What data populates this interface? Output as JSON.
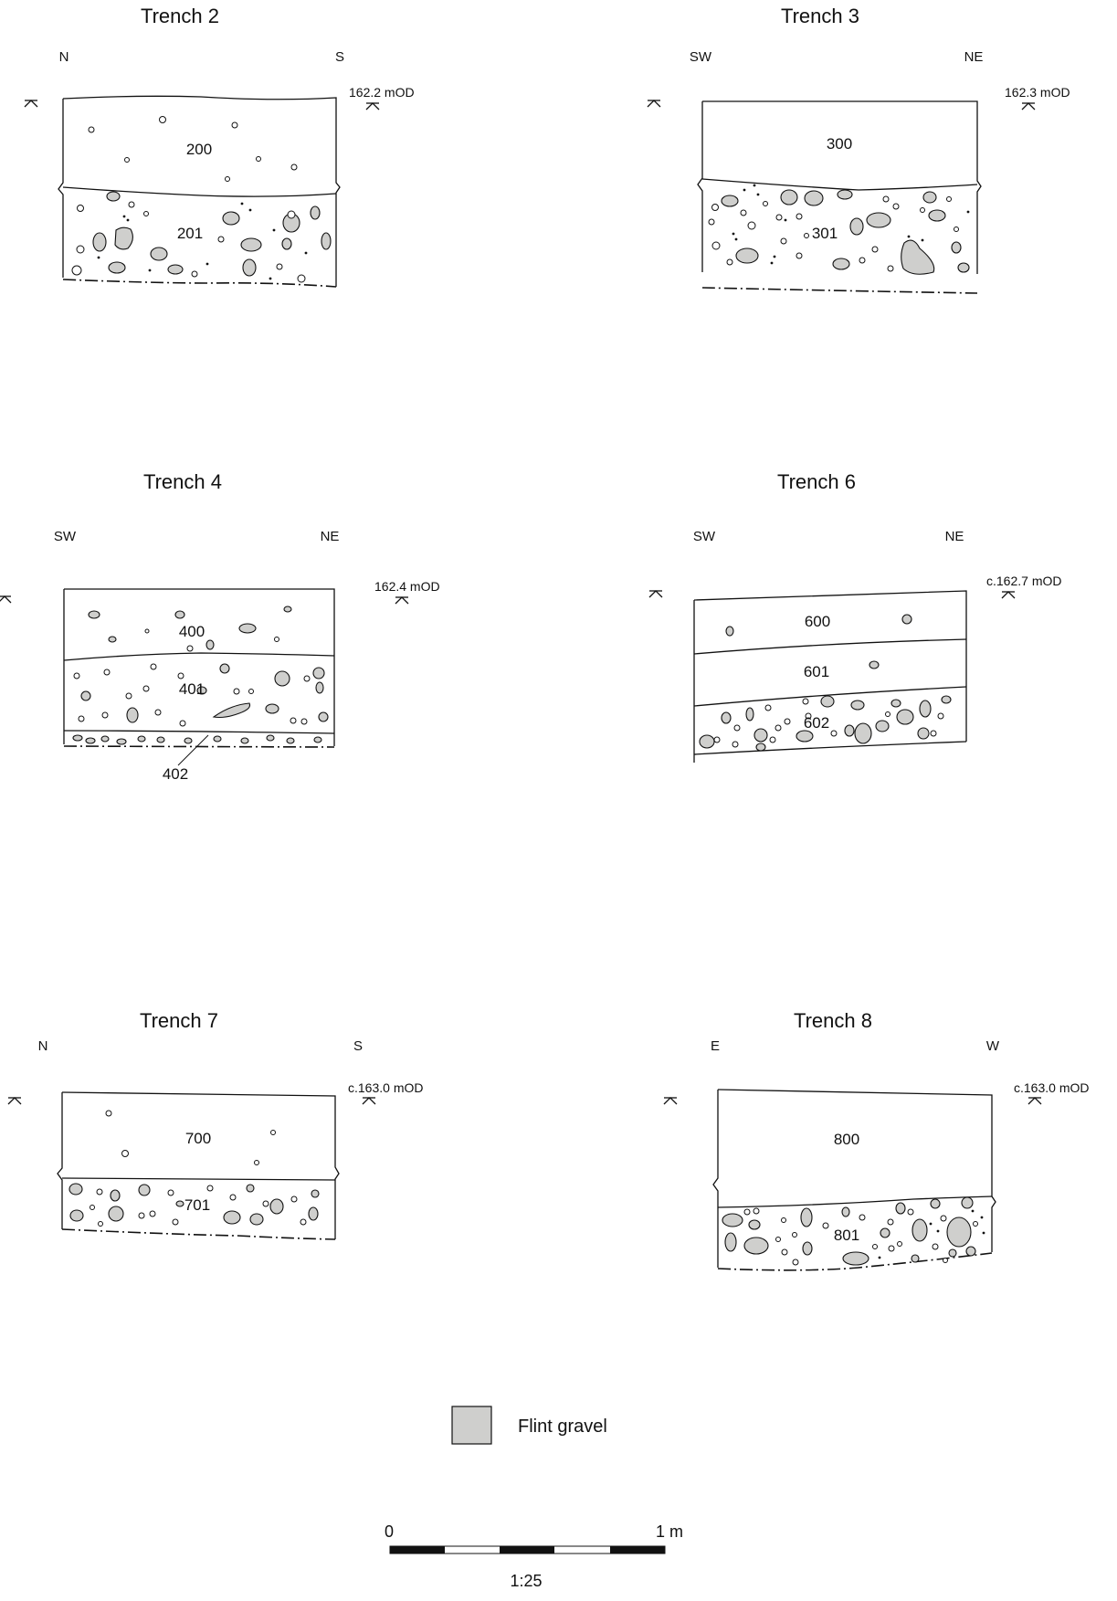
{
  "sections": [
    {
      "title": "Trench 2",
      "left_label": "N",
      "right_label": "S",
      "level": "162.2 mOD",
      "layers": [
        "200",
        "201"
      ]
    },
    {
      "title": "Trench 3",
      "left_label": "SW",
      "right_label": "NE",
      "level": "162.3 mOD",
      "layers": [
        "300",
        "301"
      ]
    },
    {
      "title": "Trench 4",
      "left_label": "SW",
      "right_label": "NE",
      "level": "162.4 mOD",
      "layers": [
        "400",
        "401",
        "402"
      ]
    },
    {
      "title": "Trench 6",
      "left_label": "SW",
      "right_label": "NE",
      "level": "c.162.7 mOD",
      "layers": [
        "600",
        "601",
        "602"
      ]
    },
    {
      "title": "Trench 7",
      "left_label": "N",
      "right_label": "S",
      "level": "c.163.0 mOD",
      "layers": [
        "700",
        "701"
      ]
    },
    {
      "title": "Trench 8",
      "left_label": "E",
      "right_label": "W",
      "level": "c.163.0 mOD",
      "layers": [
        "800",
        "801"
      ]
    }
  ],
  "legend": {
    "label": "Flint gravel",
    "swatch_color": "#cfcfcd"
  },
  "scale_bar": {
    "start_label": "0",
    "end_label": "1 m",
    "ratio": "1:25"
  }
}
